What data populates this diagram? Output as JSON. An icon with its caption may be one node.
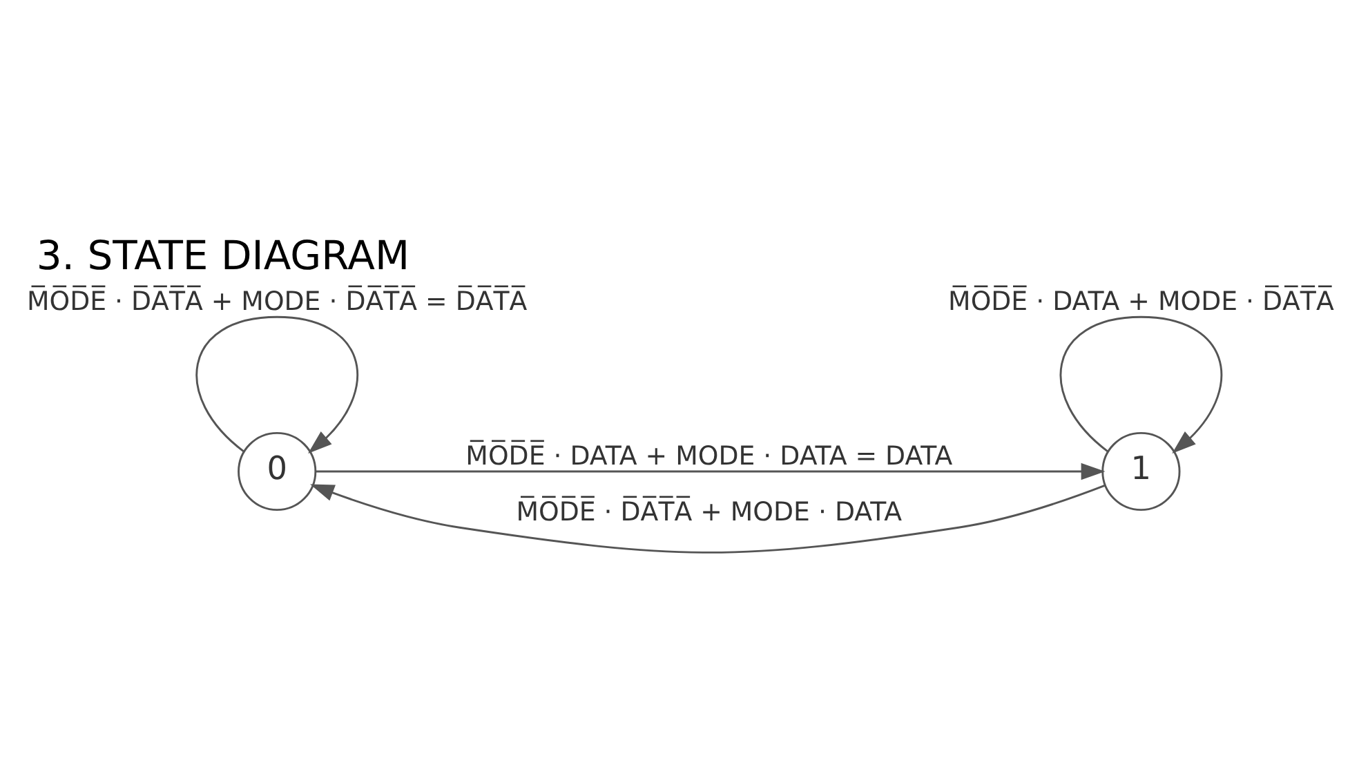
{
  "diagram": {
    "title": "3. STATE DIAGRAM",
    "nodes": [
      {
        "text": [
          "0"
        ]
      },
      {
        "text": [
          "1"
        ]
      }
    ],
    "edges": [
      {
        "from": 0,
        "to": 0,
        "arrow": "to",
        "label": "M̅O̅D̅E̅ · D̅A̅T̅A̅ + MODE · D̅A̅T̅A̅ = D̅A̅T̅A̅"
      },
      {
        "from": 0,
        "to": 1,
        "arrow": "to",
        "label": "M̅O̅D̅E̅ · DATA + MODE · DATA = DATA"
      },
      {
        "from": 1,
        "to": 0,
        "arrow": "to",
        "label": "M̅O̅D̅E̅ · D̅A̅T̅A̅ + MODE · DATA"
      },
      {
        "from": 1,
        "to": 1,
        "arrow": "to",
        "label": "M̅O̅D̅E̅ · DATA + MODE · D̅A̅T̅A̅"
      }
    ]
  }
}
